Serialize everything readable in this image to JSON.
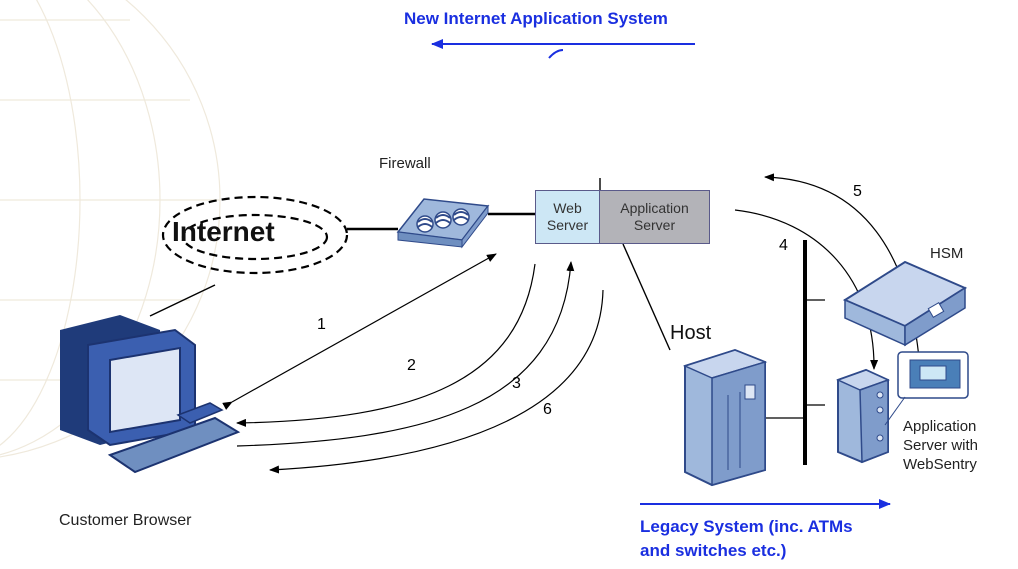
{
  "title": "New Internet Application System",
  "legacy_caption_line1": "Legacy System (inc. ATMs",
  "legacy_caption_line2": "and switches etc.)",
  "internet_label": "Internet",
  "firewall_label": "Firewall",
  "web_server_line1": "Web",
  "web_server_line2": "Server",
  "app_server_line1": "Application",
  "app_server_line2": "Server",
  "hsm_label": "HSM",
  "host_label": "Host",
  "webSentry_line1": "Application",
  "webSentry_line2": "Server with",
  "webSentry_line3": "WebSentry",
  "customer_label": "Customer Browser",
  "steps": [
    "1",
    "2",
    "3",
    "4",
    "5",
    "6"
  ],
  "colors": {
    "accent_text": "#1a2fe0",
    "web_server_fill": "#cde7f5",
    "app_server_fill": "#b3b3b8",
    "device_blue": "#9fb8dc",
    "device_dark": "#2f4a8a"
  }
}
